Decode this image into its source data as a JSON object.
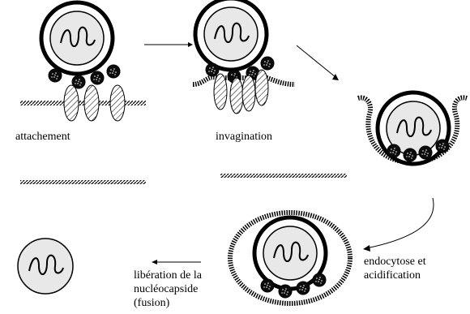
{
  "labels": {
    "attachment": "attachement",
    "invagination": "invagination",
    "endocytosis": [
      "endocytose et",
      "acidification"
    ],
    "release": [
      "libération de la",
      "nucléocapside",
      "(fusion)"
    ]
  }
}
